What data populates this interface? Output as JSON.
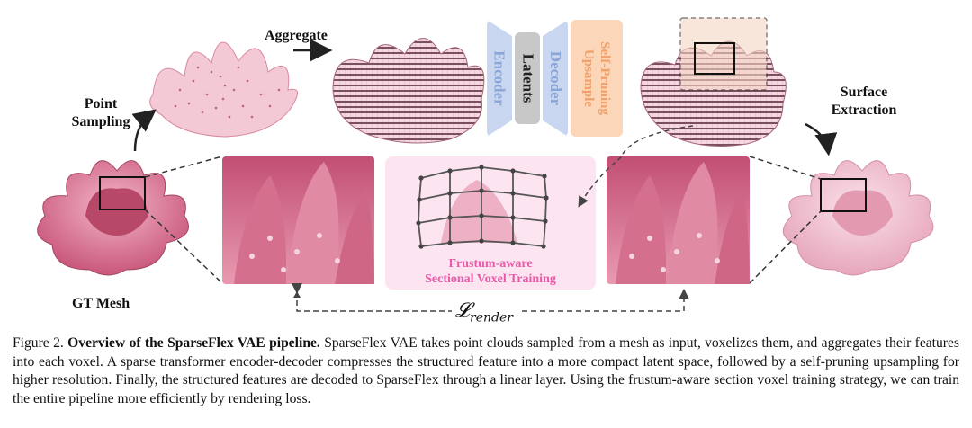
{
  "figure": {
    "labels": {
      "aggregate": "Aggregate",
      "point_sampling_line1": "Point",
      "point_sampling_line2": "Sampling",
      "surface_extraction_line1": "Surface",
      "surface_extraction_line2": "Extraction",
      "gt_mesh": "GT Mesh",
      "render_loss": "𝓛",
      "render_loss_sub": "render"
    },
    "blocks": {
      "encoder": "Encoder",
      "latents": "Latents",
      "decoder": "Decoder",
      "upsample_line1": "Self-Pruning",
      "upsample_line2": "Upsample"
    },
    "frustum": {
      "line1": "Frustum-aware",
      "line2": "Sectional Voxel Training"
    },
    "colors": {
      "encoder": "#c9d6ef",
      "latents": "#c8c8c8",
      "decoder": "#c9d6ef",
      "upsample": "#fbd6b8",
      "frustum_bg": "#fce4f1",
      "frustum_text": "#e85aa8",
      "petal": "#d8708f",
      "voxel": "#eab7c8"
    }
  },
  "caption": {
    "prefix": "Figure 2. ",
    "title": "Overview of the SparseFlex VAE pipeline.",
    "body": " SparseFlex VAE takes point clouds sampled from a mesh as input, voxelizes them, and aggregates their features into each voxel. A sparse transformer encoder-decoder compresses the structured feature into a more compact latent space, followed by a self-pruning upsampling for higher resolution. Finally, the structured features are decoded to SparseFlex through a linear layer. Using the frustum-aware section voxel training strategy, we can train the entire pipeline more efficiently by rendering loss."
  }
}
